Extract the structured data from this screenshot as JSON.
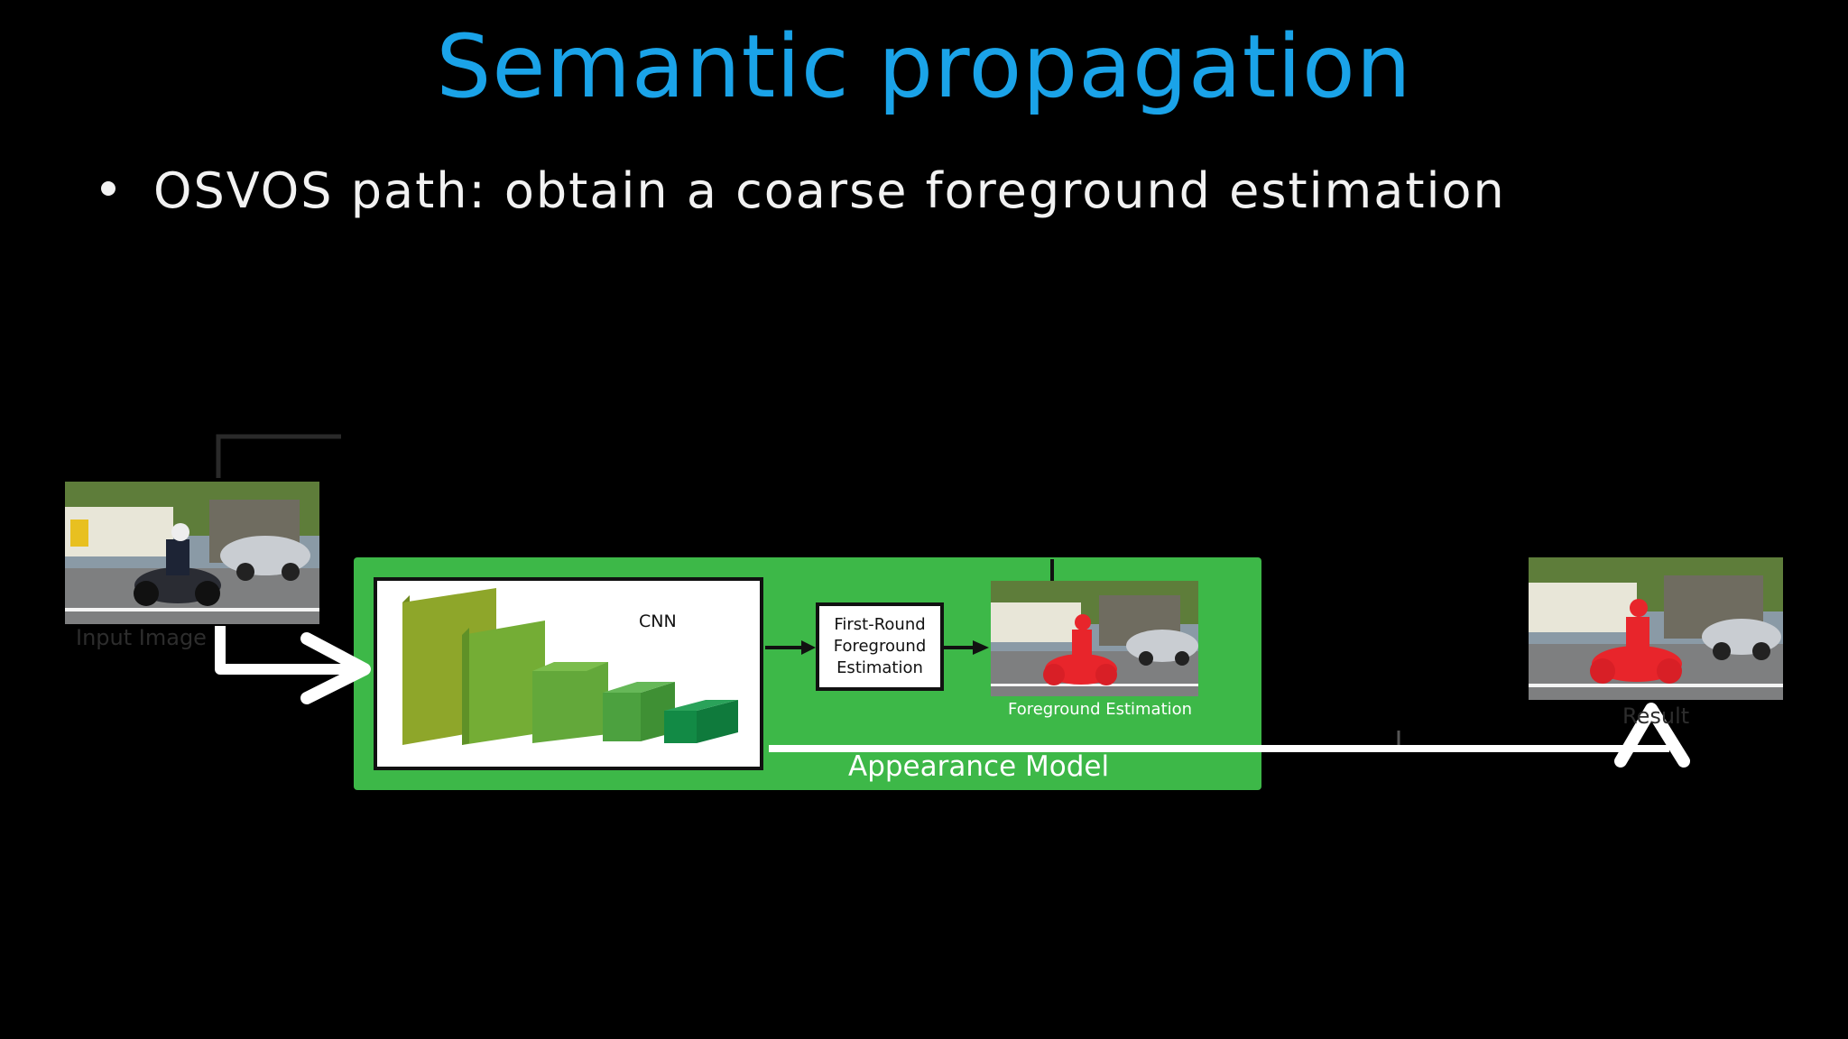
{
  "slide": {
    "title": "Semantic propagation",
    "bullet": "OSVOS path: obtain a coarse foreground estimation"
  },
  "diagram": {
    "input_label": "Input Image",
    "cnn_label": "CNN",
    "first_round_label": "First-Round\nForeground\nEstimation",
    "foreground_label": "Foreground Estimation",
    "appearance_label": "Appearance Model",
    "result_label": "Result"
  },
  "colors": {
    "title": "#1aa3e8",
    "appearance_green": "#3db848",
    "mask_red": "#e8252b",
    "cnn_blocks": [
      "#8ea62a",
      "#74ad35",
      "#63a83a",
      "#4ca13f",
      "#128a45"
    ]
  }
}
